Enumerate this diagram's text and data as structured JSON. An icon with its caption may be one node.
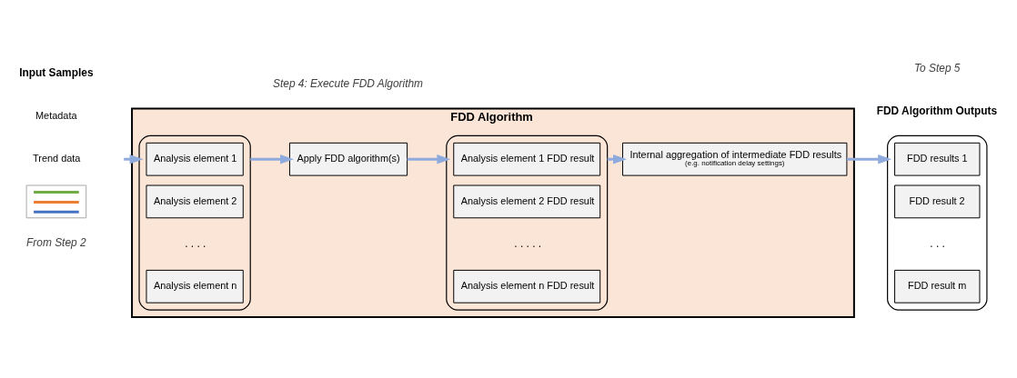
{
  "diagram": {
    "nodes": [
      {
        "text": [
          "Metadata"
        ]
      },
      {
        "text": [
          "Trend data"
        ]
      },
      {
        "text": [],
        "shape": "picture"
      },
      {
        "text": [
          "FDD Algorithm"
        ]
      },
      {
        "text": [],
        "shape": "bracket",
        "in": 3
      },
      {
        "text": [
          "Analysis element 1"
        ],
        "in": 4
      },
      {
        "text": [
          "Analysis element 2"
        ],
        "in": 4
      },
      {
        "text": [
          "Analysis element n"
        ],
        "in": 4
      },
      {
        "text": [
          "Apply FDD algorithm(s)"
        ],
        "in": 3
      },
      {
        "text": [],
        "shape": "bracket",
        "in": 3
      },
      {
        "text": [
          "Analysis element 1 FDD result"
        ],
        "in": 9
      },
      {
        "text": [
          "Analysis element 2 FDD result"
        ],
        "in": 9
      },
      {
        "text": [
          "Analysis element n FDD result"
        ],
        "in": 9
      },
      {
        "text": [
          "Internal aggregation of intermediate FDD results",
          "(e.g. notification delay settings)"
        ],
        "in": 3
      },
      {
        "text": [],
        "shape": "bracket"
      },
      {
        "text": [
          "FDD results 1"
        ],
        "in": 14
      },
      {
        "text": [
          "FDD result 2"
        ],
        "in": 14
      },
      {
        "text": [
          "FDD result m"
        ],
        "in": 14
      }
    ],
    "edges": [
      {
        "from": null,
        "to": 4,
        "arrow": "to"
      },
      {
        "from": 4,
        "to": 8,
        "arrow": "to"
      },
      {
        "from": 8,
        "to": 9,
        "arrow": "to"
      },
      {
        "from": 9,
        "to": 13,
        "arrow": "to"
      },
      {
        "from": 13,
        "to": 14,
        "arrow": "to"
      }
    ],
    "labels": [
      "Input Samples",
      "FDD Algorithm Outputs",
      ". . . .",
      ". . . . .",
      ". . .",
      "From Step 2",
      "Step 4: Execute FDD Algorithm",
      "To Step 5"
    ]
  }
}
